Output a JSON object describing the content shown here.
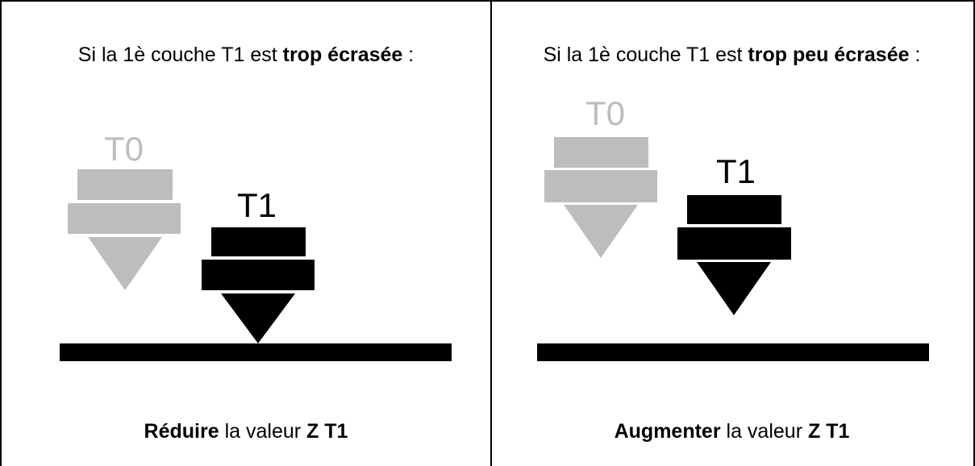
{
  "left_panel": {
    "heading_prefix": "Si la 1è couche T1 est ",
    "heading_emphasis": "trop écrasée",
    "heading_suffix": " :",
    "nozzle_t0_label": "T0",
    "nozzle_t1_label": "T1",
    "action_verb": "Réduire",
    "action_middle": " la valeur ",
    "action_target": "Z T1"
  },
  "right_panel": {
    "heading_prefix": "Si la 1è couche T1 est ",
    "heading_emphasis": "trop peu écrasée",
    "heading_suffix": " :",
    "nozzle_t0_label": "T0",
    "nozzle_t1_label": "T1",
    "action_verb": "Augmenter",
    "action_middle": " la valeur ",
    "action_target": "Z T1"
  },
  "colors": {
    "reference_nozzle": "#bdbdbd",
    "adjusted_nozzle": "#000000",
    "bed": "#000000"
  }
}
